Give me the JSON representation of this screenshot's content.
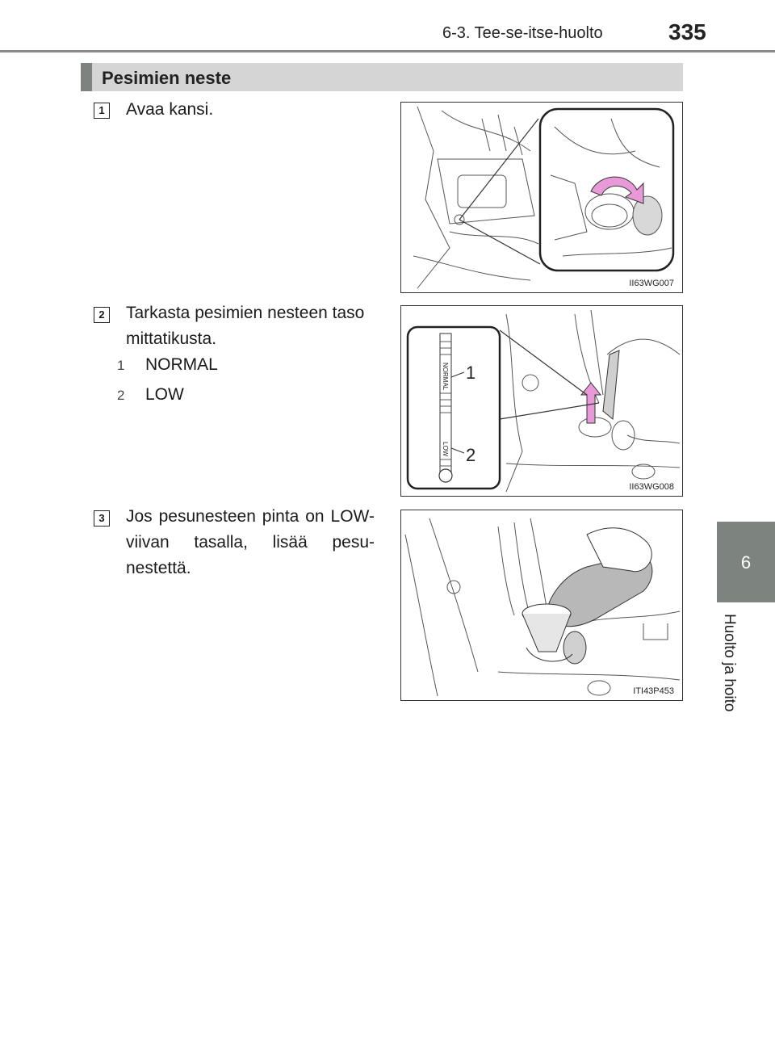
{
  "header": {
    "section": "6-3. Tee-se-itse-huolto",
    "page_number": "335"
  },
  "chapter_tab": {
    "number": "6",
    "title": "Huolto ja hoito"
  },
  "section": {
    "title": "Pesimien neste"
  },
  "steps": [
    {
      "number": "1",
      "text": "Avaa kansi.",
      "figure_code": "II63WG007"
    },
    {
      "number": "2",
      "text": "Tarkasta pesimien nesteen taso mittatikusta.",
      "figure_code": "II63WG008",
      "items": [
        {
          "number": "1",
          "label": "NORMAL"
        },
        {
          "number": "2",
          "label": "LOW"
        }
      ],
      "dipstick": {
        "normal": "NORMAL",
        "low": "LOW",
        "callouts": [
          "1",
          "2"
        ]
      }
    },
    {
      "number": "3",
      "text": "Jos pesunesteen pinta on LOW-viivan tasalla, lisää pesu-nestettä.",
      "figure_code": "ITI43P453"
    }
  ],
  "colors": {
    "accent_gray": "#7d8480",
    "bar_gray": "#d5d5d5",
    "arrow_pink": "#e89ad8"
  }
}
